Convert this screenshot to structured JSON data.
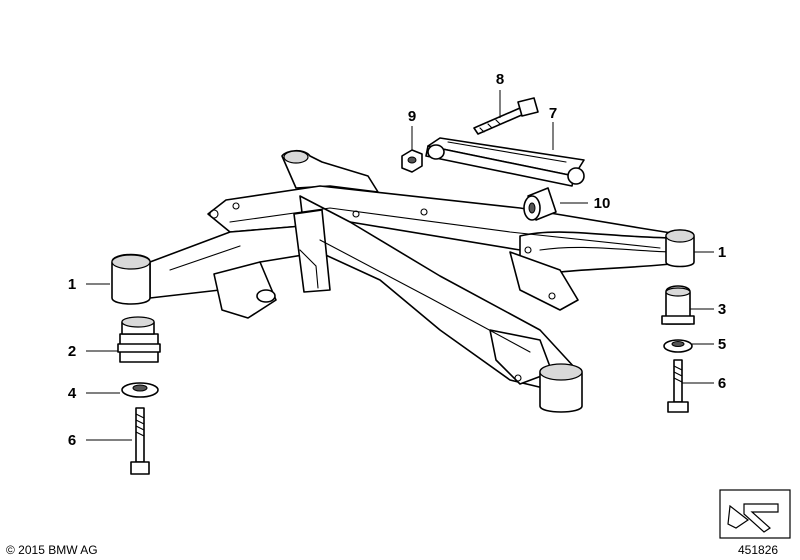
{
  "callouts": [
    {
      "id": "c1l",
      "label": "1"
    },
    {
      "id": "c2",
      "label": "2"
    },
    {
      "id": "c4",
      "label": "4"
    },
    {
      "id": "c6l",
      "label": "6"
    },
    {
      "id": "c9",
      "label": "9"
    },
    {
      "id": "c8",
      "label": "8"
    },
    {
      "id": "c7",
      "label": "7"
    },
    {
      "id": "c10",
      "label": "10"
    },
    {
      "id": "c1r",
      "label": "1"
    },
    {
      "id": "c3",
      "label": "3"
    },
    {
      "id": "c5",
      "label": "5"
    },
    {
      "id": "c6r",
      "label": "6"
    }
  ],
  "footer": {
    "copyright": "© 2015 BMW AG",
    "diagram_number": "451826"
  }
}
